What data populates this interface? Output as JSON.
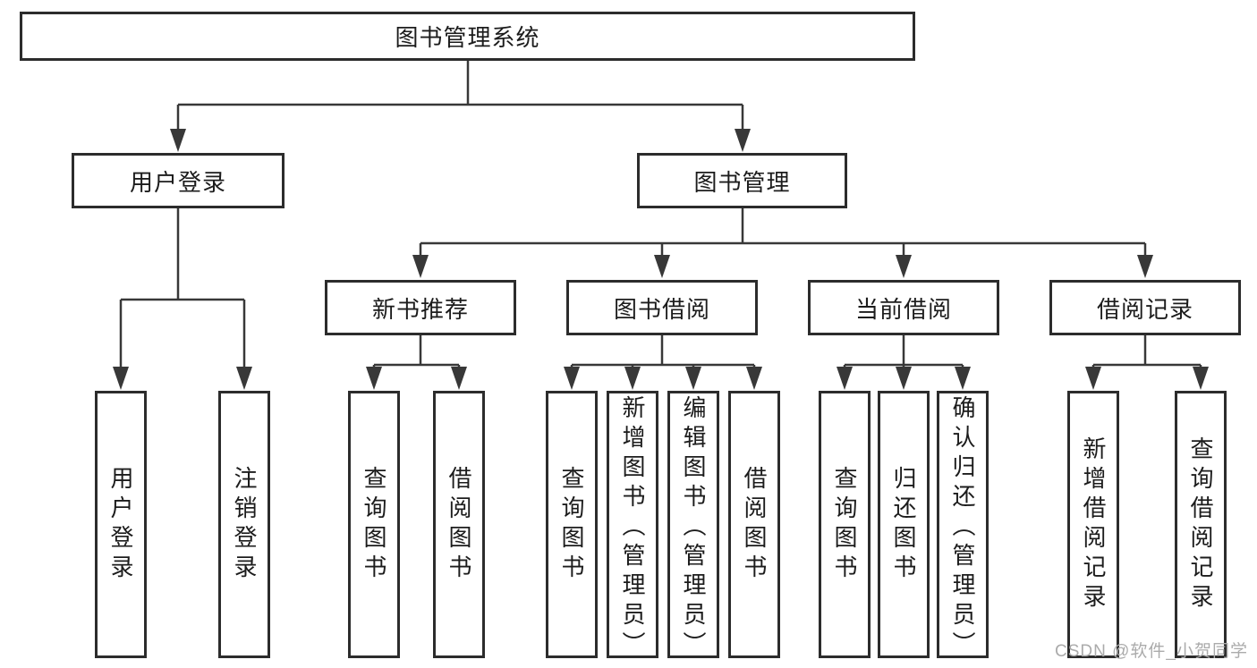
{
  "diagram": {
    "root": {
      "label": "图书管理系统"
    },
    "level2": [
      {
        "label": "用户登录"
      },
      {
        "label": "图书管理"
      }
    ],
    "level3": [
      {
        "label": "新书推荐",
        "parent": "图书管理"
      },
      {
        "label": "图书借阅",
        "parent": "图书管理"
      },
      {
        "label": "当前借阅",
        "parent": "图书管理"
      },
      {
        "label": "借阅记录",
        "parent": "图书管理"
      }
    ],
    "leaves": [
      {
        "label": "用户登录",
        "parent": "用户登录"
      },
      {
        "label": "注销登录",
        "parent": "用户登录"
      },
      {
        "label": "查询图书",
        "parent": "新书推荐"
      },
      {
        "label": "借阅图书",
        "parent": "新书推荐"
      },
      {
        "label": "查询图书",
        "parent": "图书借阅"
      },
      {
        "label": "新增图书（管理员）",
        "parent": "图书借阅"
      },
      {
        "label": "编辑图书（管理员）",
        "parent": "图书借阅"
      },
      {
        "label": "借阅图书",
        "parent": "图书借阅"
      },
      {
        "label": "查询图书",
        "parent": "当前借阅"
      },
      {
        "label": "归还图书",
        "parent": "当前借阅"
      },
      {
        "label": "确认归还（管理员）",
        "parent": "当前借阅"
      },
      {
        "label": "新增借阅记录",
        "parent": "借阅记录"
      },
      {
        "label": "查询借阅记录",
        "parent": "借阅记录"
      }
    ]
  },
  "watermark": {
    "text": "CSDN @软件_小贺同学"
  },
  "colors": {
    "line": "#383838",
    "box_border": "#2c2c2c",
    "text": "#1c1c1c",
    "watermark": "#ababab",
    "background": "#ffffff"
  }
}
